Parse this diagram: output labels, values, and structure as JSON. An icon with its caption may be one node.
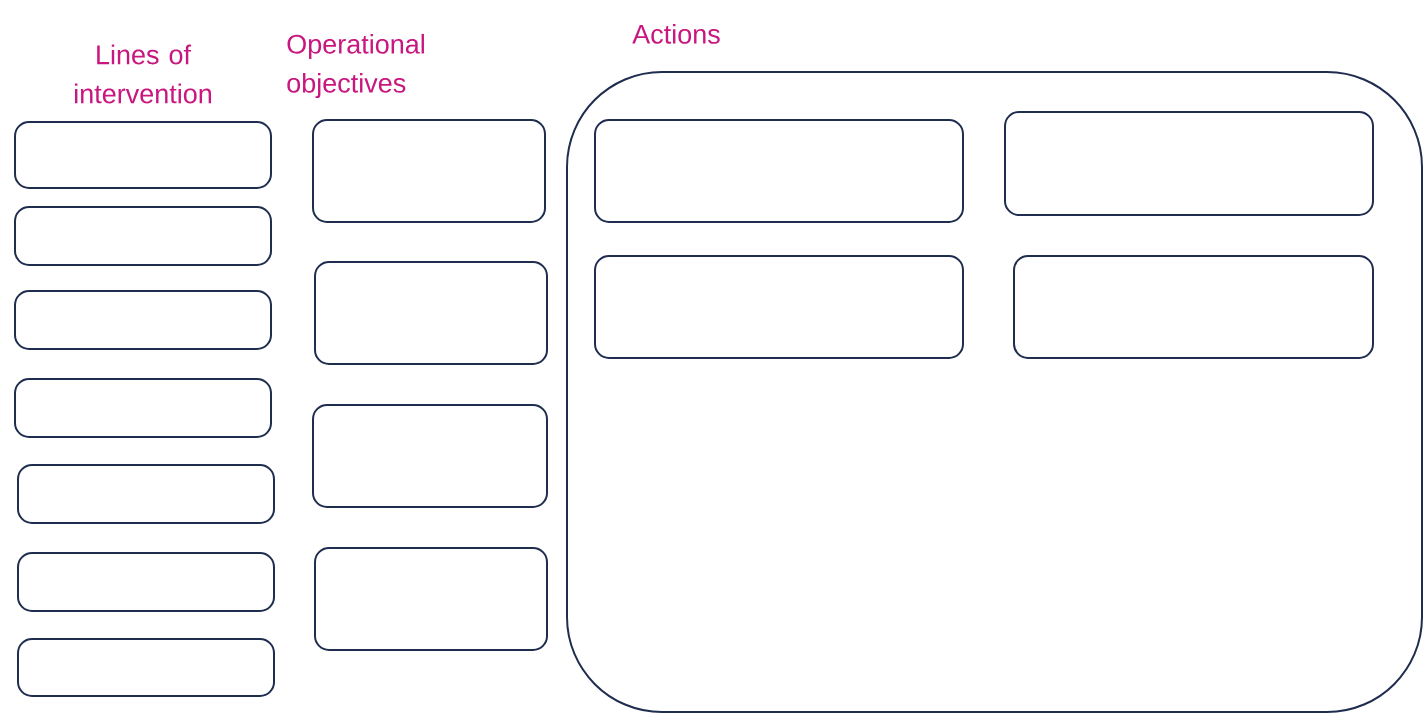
{
  "diagram": {
    "nodes": [
      {
        "text": [],
        "shape": "box"
      },
      {
        "text": [],
        "shape": "box"
      },
      {
        "text": [],
        "shape": "box"
      },
      {
        "text": [],
        "shape": "box"
      },
      {
        "text": [],
        "shape": "box"
      },
      {
        "text": [],
        "shape": "box"
      },
      {
        "text": [],
        "shape": "box"
      },
      {
        "text": [],
        "shape": "box"
      },
      {
        "text": [],
        "shape": "box"
      },
      {
        "text": [],
        "shape": "box"
      },
      {
        "text": [],
        "shape": "box"
      },
      {
        "text": [
          "Actions"
        ]
      },
      {
        "text": [],
        "shape": "box",
        "in": 11
      },
      {
        "text": [],
        "shape": "box",
        "in": 11
      },
      {
        "text": [],
        "shape": "box",
        "in": 11
      },
      {
        "text": [],
        "shape": "box",
        "in": 11
      }
    ],
    "labels": [
      "Lines of intervention",
      "Operational objectives"
    ]
  }
}
